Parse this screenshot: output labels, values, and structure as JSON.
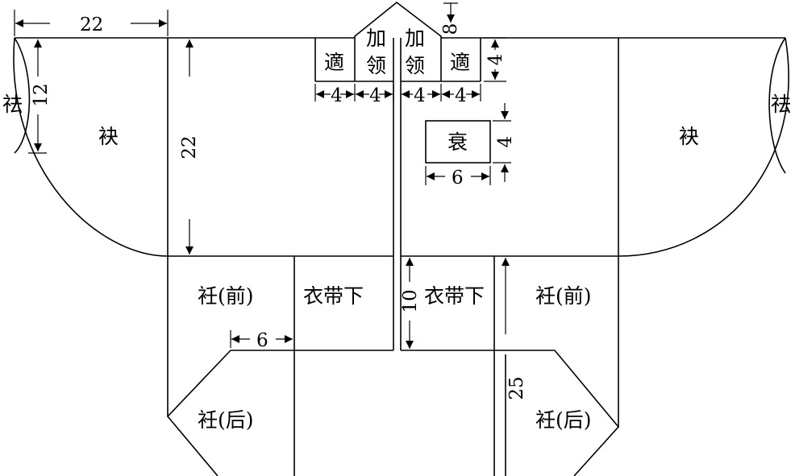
{
  "labels": {
    "ju_left": "祛",
    "ju_right": "祛",
    "mei_left": "袂",
    "mei_right": "袂",
    "shi_left": "適",
    "shi_right": "適",
    "jialing_left_1": "加",
    "jialing_left_2": "领",
    "jialing_right_1": "加",
    "jialing_right_2": "领",
    "cui": "衰",
    "ren_front_left": "衽(前)",
    "ren_front_right": "衽(前)",
    "ren_back_left": "衽(后)",
    "ren_back_right": "衽(后)",
    "daixia_left": "衣带下",
    "daixia_right": "衣带下"
  },
  "dimensions": {
    "top_sleeve": "22",
    "cuff_height": "12",
    "body_height": "22",
    "shi_1": "4",
    "shi_2": "4",
    "shi_3": "4",
    "shi_4": "4",
    "collar_peak": "8",
    "shi_height": "4",
    "cui_height": "4",
    "cui_width": "6",
    "ren_offset": "6",
    "daixia_height": "10",
    "ren_length": "25"
  }
}
